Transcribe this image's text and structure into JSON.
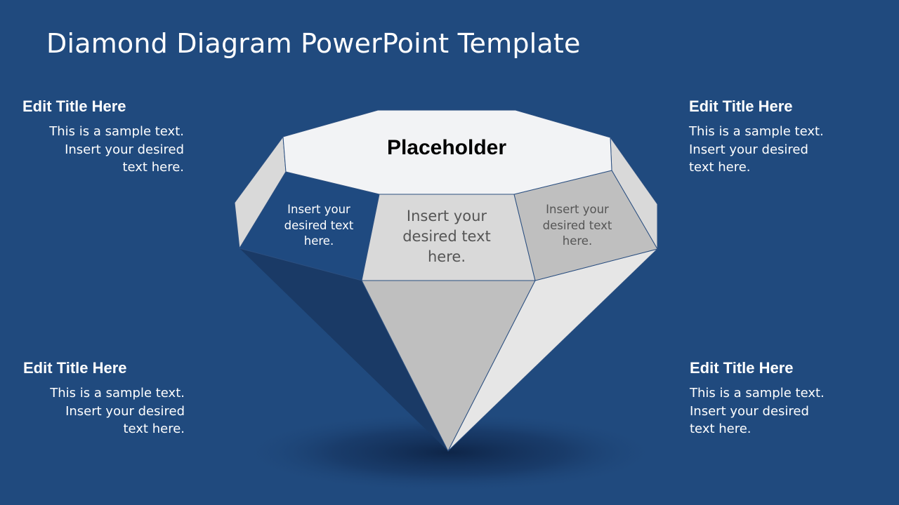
{
  "slide": {
    "title": "Diamond Diagram PowerPoint Template"
  },
  "notes": {
    "top_left": {
      "title": "Edit Title Here",
      "lines": [
        "This is a sample text.",
        "Insert your desired",
        "text here."
      ]
    },
    "bottom_left": {
      "title": "Edit Title Here",
      "lines": [
        "This is a sample text.",
        "Insert your desired",
        "text here."
      ]
    },
    "top_right": {
      "title": "Edit Title Here",
      "lines": [
        "This is a sample text.",
        "Insert your desired",
        "text here."
      ]
    },
    "bottom_right": {
      "title": "Edit Title Here",
      "lines": [
        "This is a sample text.",
        "Insert your desired",
        "text here."
      ]
    }
  },
  "diamond": {
    "table_label": "Placeholder",
    "facet_left": [
      "Insert your",
      "desired text",
      "here."
    ],
    "facet_center": [
      "Insert your",
      "desired text",
      "here."
    ],
    "facet_right": [
      "Insert your",
      "desired text",
      "here."
    ]
  },
  "colors": {
    "background": "#204a7e",
    "table": "#f2f3f5",
    "facet_left": "#1f4a80",
    "facet_center": "#d9d9d9",
    "facet_right": "#bfbfbf",
    "edge": "#2b4f80"
  }
}
